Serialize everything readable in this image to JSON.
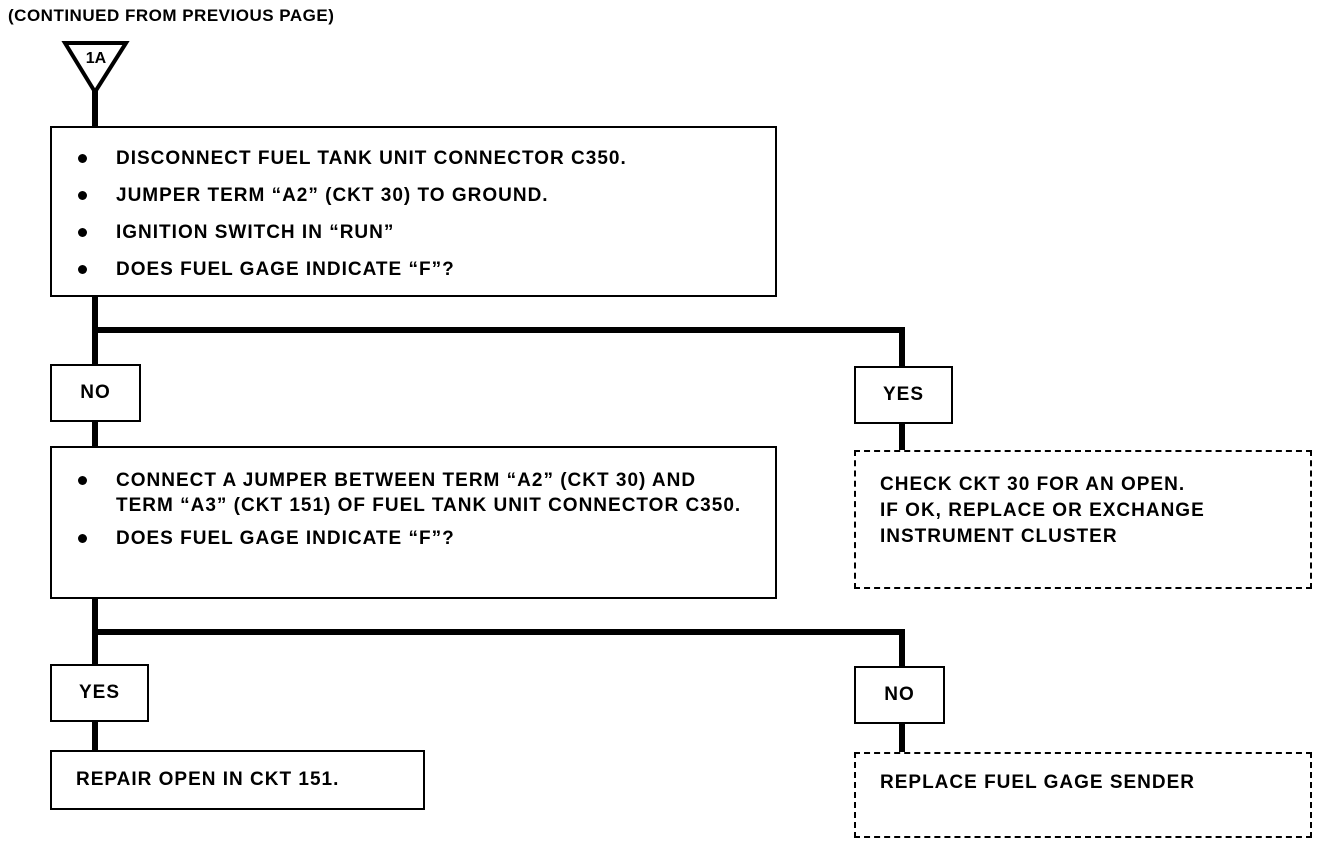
{
  "header": "(CONTINUED FROM PREVIOUS PAGE)",
  "connector": "1A",
  "step1": {
    "items": [
      "DISCONNECT FUEL TANK UNIT CONNECTOR C350.",
      "JUMPER TERM “A2” (CKT 30) TO GROUND.",
      "IGNITION SWITCH IN “RUN”",
      "DOES FUEL GAGE INDICATE “F”?"
    ]
  },
  "step1_no": "NO",
  "step1_yes": "YES",
  "step1_yes_result": {
    "lines": [
      "CHECK CKT 30 FOR AN OPEN.",
      "IF OK, REPLACE OR EXCHANGE",
      "INSTRUMENT CLUSTER"
    ]
  },
  "step2": {
    "items": [
      "CONNECT A JUMPER BETWEEN TERM “A2” (CKT 30) AND TERM “A3” (CKT 151) OF FUEL TANK UNIT CONNECTOR C350.",
      "DOES FUEL GAGE INDICATE “F”?"
    ]
  },
  "step2_yes": "YES",
  "step2_no": "NO",
  "step2_yes_result": "REPAIR OPEN IN CKT 151.",
  "step2_no_result": "REPLACE FUEL GAGE SENDER"
}
